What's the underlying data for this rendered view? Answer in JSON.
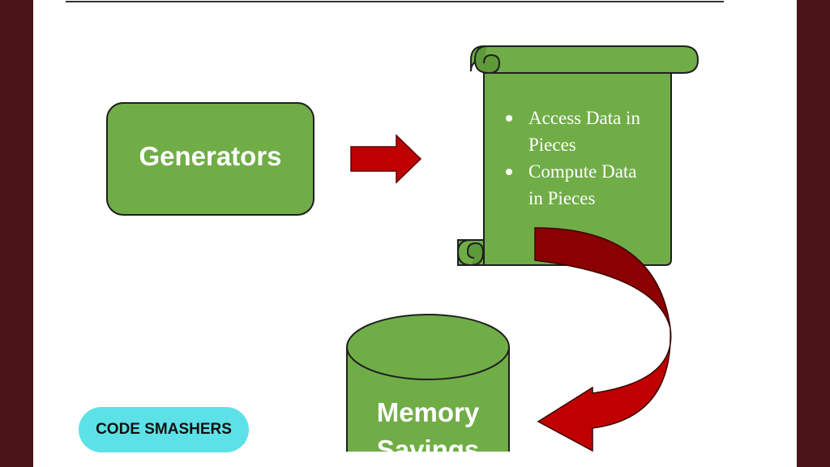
{
  "diagram": {
    "generators_label": "Generators",
    "scroll_bullets": [
      {
        "line1": "Access Data in",
        "line2": "Pieces"
      },
      {
        "line1": "Compute Data",
        "line2": "in Pieces"
      }
    ],
    "cylinder_line1": "Memory",
    "cylinder_line2": "Savings"
  },
  "badge": {
    "label": "CODE SMASHERS"
  },
  "colors": {
    "frame": "#4a1418",
    "green": "#70ad47",
    "arrow_red": "#c00000",
    "arrow_dark": "#8b0000",
    "badge": "#5ce1e6"
  }
}
